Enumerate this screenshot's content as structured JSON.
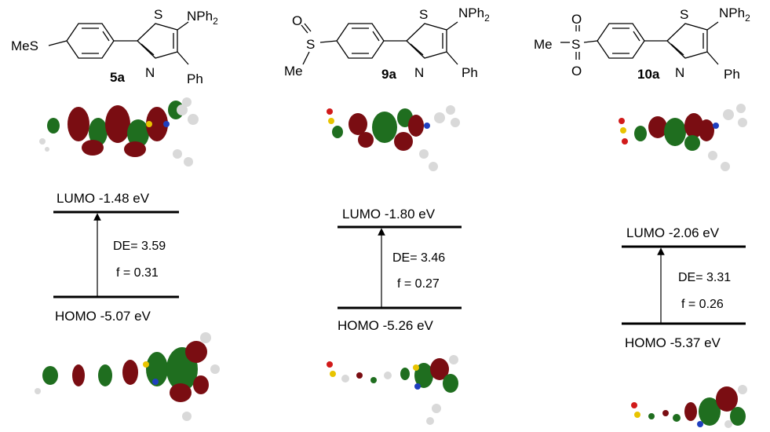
{
  "colors": {
    "positive_lobe": "#7a0d12",
    "negative_lobe": "#1f6e1f",
    "sulfur": "#e8c400",
    "nitrogen": "#1f3fbf",
    "oxygen": "#d11a1a",
    "hydrogen": "#d9d9d9",
    "carbon": "#8c8c8c",
    "line": "#000000"
  },
  "compounds": [
    {
      "id": "5a",
      "sulfur_group": "MeS",
      "substituent_amine": "NPh",
      "substituent_amine_sub": "2",
      "substituent_phenyl": "Ph",
      "ring_s": "S",
      "ring_n": "N",
      "lumo": {
        "label": "LUMO -1.48 eV",
        "value": -1.48
      },
      "homo": {
        "label": "HOMO -5.07 eV",
        "value": -5.07
      },
      "gap_label": "DE= 3.59",
      "f_label": "f = 0.31"
    },
    {
      "id": "9a",
      "sulfur_group": "S",
      "oxygen": "O",
      "methyl": "Me",
      "substituent_amine": "NPh",
      "substituent_amine_sub": "2",
      "substituent_phenyl": "Ph",
      "ring_s": "S",
      "ring_n": "N",
      "lumo": {
        "label": "LUMO -1.80 eV",
        "value": -1.8
      },
      "homo": {
        "label": "HOMO -5.26 eV",
        "value": -5.26
      },
      "gap_label": "DE= 3.46",
      "f_label": "f = 0.27"
    },
    {
      "id": "10a",
      "sulfur_group": "S",
      "oxygen": "O",
      "methyl": "Me",
      "substituent_amine": "NPh",
      "substituent_amine_sub": "2",
      "substituent_phenyl": "Ph",
      "ring_s": "S",
      "ring_n": "N",
      "lumo": {
        "label": "LUMO -2.06 eV",
        "value": -2.06
      },
      "homo": {
        "label": "HOMO -5.37 eV",
        "value": -5.37
      },
      "gap_label": "DE= 3.31",
      "f_label": "f = 0.26"
    }
  ]
}
